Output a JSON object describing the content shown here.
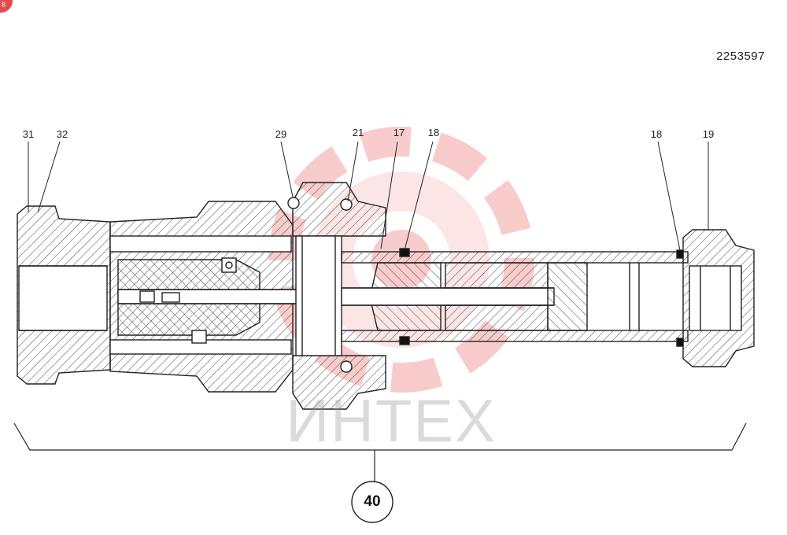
{
  "document_number": "2253597",
  "assembly_number": "40",
  "corner_badge_text": "8",
  "watermark_text": "ИНТЕХ",
  "part_labels": {
    "p31": "31",
    "p32": "32",
    "p29": "29",
    "p21": "21",
    "p17": "17",
    "p18_left": "18",
    "p18_right": "18",
    "p19": "19"
  },
  "colors": {
    "line": "#222222",
    "watermark": "#f4a3a3",
    "badge": "#e5484d"
  }
}
